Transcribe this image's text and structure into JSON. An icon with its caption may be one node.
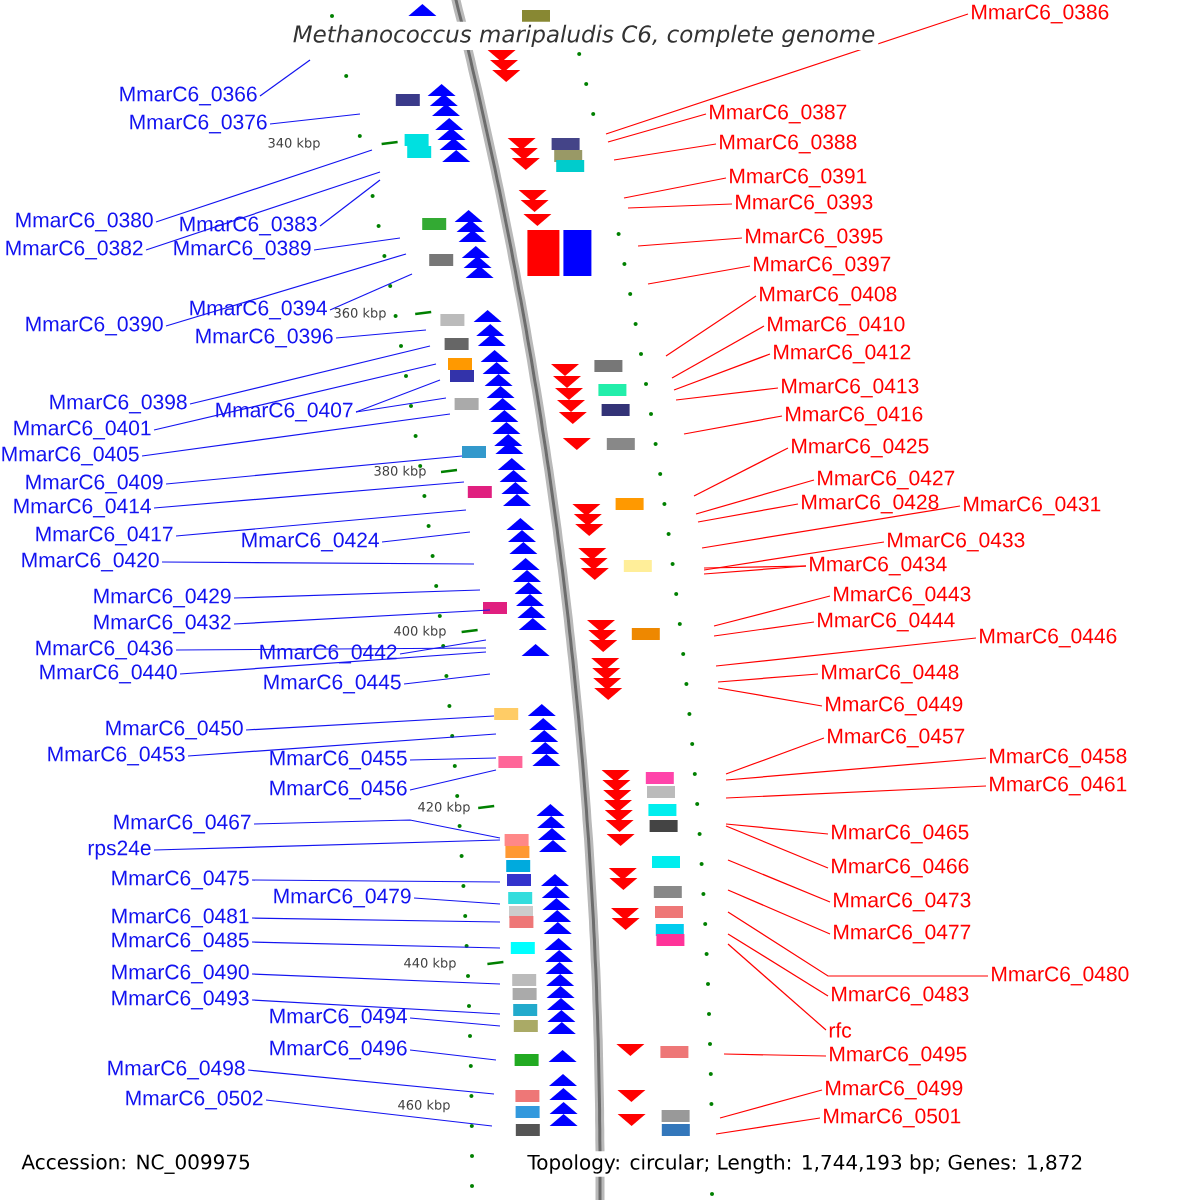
{
  "diagram": {
    "title": "*Methanococcus maripaludis C6, complete genome*",
    "nodes": [
      {
        "text": [
          "MmarC6_0366"
        ]
      },
      {
        "text": [
          "MmarC6_0376"
        ]
      },
      {
        "text": [
          "MmarC6_0380"
        ]
      },
      {
        "text": [
          "MmarC6_0383"
        ]
      },
      {
        "text": [
          "MmarC6_0382"
        ]
      },
      {
        "text": [
          "MmarC6_0389"
        ]
      },
      {
        "text": [
          "MmarC6_0394"
        ]
      },
      {
        "text": [
          "MmarC6_0390"
        ]
      },
      {
        "text": [
          "MmarC6_0396"
        ]
      },
      {
        "text": [
          "MmarC6_0398"
        ]
      },
      {
        "text": [
          "MmarC6_0407"
        ]
      },
      {
        "text": [
          "MmarC6_0401"
        ]
      },
      {
        "text": [
          "MmarC6_0405"
        ]
      },
      {
        "text": [
          "MmarC6_0409"
        ]
      },
      {
        "text": [
          "MmarC6_0414"
        ]
      },
      {
        "text": [
          "MmarC6_0417"
        ]
      },
      {
        "text": [
          "MmarC6_0424"
        ]
      },
      {
        "text": [
          "MmarC6_0420"
        ]
      },
      {
        "text": [
          "MmarC6_0429"
        ]
      },
      {
        "text": [
          "MmarC6_0432"
        ]
      },
      {
        "text": [
          "MmarC6_0436"
        ]
      },
      {
        "text": [
          "MmarC6_0442"
        ]
      },
      {
        "text": [
          "MmarC6_0440"
        ]
      },
      {
        "text": [
          "MmarC6_0445"
        ]
      },
      {
        "text": [
          "MmarC6_0450"
        ]
      },
      {
        "text": [
          "MmarC6_0453"
        ]
      },
      {
        "text": [
          "MmarC6_0455"
        ]
      },
      {
        "text": [
          "MmarC6_0456"
        ]
      },
      {
        "text": [
          "MmarC6_0467"
        ]
      },
      {
        "text": [
          "rps24e"
        ]
      },
      {
        "text": [
          "MmarC6_0475"
        ]
      },
      {
        "text": [
          "MmarC6_0479"
        ]
      },
      {
        "text": [
          "MmarC6_0481"
        ]
      },
      {
        "text": [
          "MmarC6_0485"
        ]
      },
      {
        "text": [
          "MmarC6_0490"
        ]
      },
      {
        "text": [
          "MmarC6_0493"
        ]
      },
      {
        "text": [
          "MmarC6_0494"
        ]
      },
      {
        "text": [
          "MmarC6_0496"
        ]
      },
      {
        "text": [
          "MmarC6_0498"
        ]
      },
      {
        "text": [
          "MmarC6_0502"
        ]
      },
      {
        "text": [
          "MmarC6_0386"
        ]
      },
      {
        "text": [
          "MmarC6_0387"
        ]
      },
      {
        "text": [
          "MmarC6_0388"
        ]
      },
      {
        "text": [
          "MmarC6_0391"
        ]
      },
      {
        "text": [
          "MmarC6_0393"
        ]
      },
      {
        "text": [
          "MmarC6_0395"
        ]
      },
      {
        "text": [
          "MmarC6_0397"
        ]
      },
      {
        "text": [
          "MmarC6_0408"
        ]
      },
      {
        "text": [
          "MmarC6_0410"
        ]
      },
      {
        "text": [
          "MmarC6_0412"
        ]
      },
      {
        "text": [
          "MmarC6_0413"
        ]
      },
      {
        "text": [
          "MmarC6_0416"
        ]
      },
      {
        "text": [
          "MmarC6_0425"
        ]
      },
      {
        "text": [
          "MmarC6_0427"
        ]
      },
      {
        "text": [
          "MmarC6_0428"
        ]
      },
      {
        "text": [
          "MmarC6_0431"
        ]
      },
      {
        "text": [
          "MmarC6_0433"
        ]
      },
      {
        "text": [
          "MmarC6_0434"
        ]
      },
      {
        "text": [
          "MmarC6_0443"
        ]
      },
      {
        "text": [
          "MmarC6_0444"
        ]
      },
      {
        "text": [
          "MmarC6_0446"
        ]
      },
      {
        "text": [
          "MmarC6_0448"
        ]
      },
      {
        "text": [
          "MmarC6_0449"
        ]
      },
      {
        "text": [
          "MmarC6_0457"
        ]
      },
      {
        "text": [
          "MmarC6_0458"
        ]
      },
      {
        "text": [
          "MmarC6_0461"
        ]
      },
      {
        "text": [
          "MmarC6_0465"
        ]
      },
      {
        "text": [
          "MmarC6_0466"
        ]
      },
      {
        "text": [
          "MmarC6_0473"
        ]
      },
      {
        "text": [
          "MmarC6_0477"
        ]
      },
      {
        "text": [
          "MmarC6_0480"
        ]
      },
      {
        "text": [
          "MmarC6_0483"
        ]
      },
      {
        "text": [
          "rfc"
        ]
      },
      {
        "text": [
          "MmarC6_0495"
        ]
      },
      {
        "text": [
          "MmarC6_0499"
        ]
      },
      {
        "text": [
          "MmarC6_0501"
        ]
      }
    ],
    "edges": [
      {
        "from": 0,
        "to": null,
        "arrow": "none"
      },
      {
        "from": 1,
        "to": null,
        "arrow": "none"
      },
      {
        "from": 2,
        "to": null,
        "arrow": "none"
      },
      {
        "from": 3,
        "to": null,
        "arrow": "none"
      },
      {
        "from": 4,
        "to": null,
        "arrow": "none"
      },
      {
        "from": 5,
        "to": null,
        "arrow": "none"
      },
      {
        "from": 6,
        "to": null,
        "arrow": "none"
      },
      {
        "from": 7,
        "to": null,
        "arrow": "none"
      },
      {
        "from": 8,
        "to": null,
        "arrow": "none"
      },
      {
        "from": 9,
        "to": null,
        "arrow": "none"
      },
      {
        "from": 10,
        "to": null,
        "arrow": "none"
      },
      {
        "from": 10,
        "to": null,
        "arrow": "none"
      },
      {
        "from": 11,
        "to": null,
        "arrow": "none"
      },
      {
        "from": 12,
        "to": null,
        "arrow": "none"
      },
      {
        "from": 13,
        "to": null,
        "arrow": "none"
      },
      {
        "from": 14,
        "to": null,
        "arrow": "none"
      },
      {
        "from": 15,
        "to": null,
        "arrow": "none"
      },
      {
        "from": 16,
        "to": null,
        "arrow": "none"
      },
      {
        "from": 17,
        "to": null,
        "arrow": "none"
      },
      {
        "from": 18,
        "to": null,
        "arrow": "none"
      },
      {
        "from": 19,
        "to": null,
        "arrow": "none"
      },
      {
        "from": 20,
        "to": null,
        "arrow": "none"
      },
      {
        "from": 21,
        "to": null,
        "arrow": "none"
      },
      {
        "from": 22,
        "to": null,
        "arrow": "none"
      },
      {
        "from": 23,
        "to": null,
        "arrow": "none"
      },
      {
        "from": 24,
        "to": null,
        "arrow": "none"
      },
      {
        "from": 25,
        "to": null,
        "arrow": "none"
      },
      {
        "from": 26,
        "to": null,
        "arrow": "none"
      },
      {
        "from": 27,
        "to": null,
        "arrow": "none"
      },
      {
        "from": 28,
        "to": null,
        "arrow": "none"
      },
      {
        "from": 29,
        "to": null,
        "arrow": "none"
      },
      {
        "from": 30,
        "to": null,
        "arrow": "none"
      },
      {
        "from": 31,
        "to": null,
        "arrow": "none"
      },
      {
        "from": 32,
        "to": null,
        "arrow": "none"
      },
      {
        "from": 33,
        "to": null,
        "arrow": "none"
      },
      {
        "from": 34,
        "to": null,
        "arrow": "none"
      },
      {
        "from": 35,
        "to": null,
        "arrow": "none"
      },
      {
        "from": 36,
        "to": null,
        "arrow": "none"
      },
      {
        "from": 37,
        "to": null,
        "arrow": "none"
      },
      {
        "from": 38,
        "to": null,
        "arrow": "none"
      },
      {
        "from": 39,
        "to": null,
        "arrow": "none"
      },
      {
        "from": 40,
        "to": null,
        "arrow": "none",
        "color": "#ff0000"
      },
      {
        "from": 41,
        "to": null,
        "arrow": "none",
        "color": "#ff0000"
      },
      {
        "from": 42,
        "to": null,
        "arrow": "none",
        "color": "#ff0000"
      },
      {
        "from": 43,
        "to": null,
        "arrow": "none",
        "color": "#ff0000"
      },
      {
        "from": 44,
        "to": null,
        "arrow": "none",
        "color": "#ff0000"
      },
      {
        "from": 45,
        "to": null,
        "arrow": "none",
        "color": "#ff0000"
      },
      {
        "from": 46,
        "to": null,
        "arrow": "none",
        "color": "#ff0000"
      },
      {
        "from": 47,
        "to": null,
        "arrow": "none",
        "color": "#ff0000"
      },
      {
        "from": 48,
        "to": null,
        "arrow": "none",
        "color": "#ff0000"
      },
      {
        "from": 49,
        "to": null,
        "arrow": "none",
        "color": "#ff0000"
      },
      {
        "from": 50,
        "to": null,
        "arrow": "none",
        "color": "#ff0000"
      },
      {
        "from": 51,
        "to": null,
        "arrow": "none",
        "color": "#ff0000"
      },
      {
        "from": 52,
        "to": null,
        "arrow": "none",
        "color": "#ff0000"
      },
      {
        "from": 53,
        "to": null,
        "arrow": "none",
        "color": "#ff0000"
      },
      {
        "from": 54,
        "to": null,
        "arrow": "none",
        "color": "#ff0000"
      },
      {
        "from": 55,
        "to": null,
        "arrow": "none",
        "color": "#ff0000"
      },
      {
        "from": 56,
        "to": null,
        "arrow": "none",
        "color": "#ff0000"
      },
      {
        "from": 57,
        "to": null,
        "arrow": "none",
        "color": "#ff0000"
      },
      {
        "from": 57,
        "to": null,
        "arrow": "none",
        "color": "#ff0000"
      },
      {
        "from": 58,
        "to": null,
        "arrow": "none",
        "color": "#ff0000"
      },
      {
        "from": 59,
        "to": null,
        "arrow": "none",
        "color": "#ff0000"
      },
      {
        "from": 60,
        "to": null,
        "arrow": "none",
        "color": "#ff0000"
      },
      {
        "from": 61,
        "to": null,
        "arrow": "none",
        "color": "#ff0000"
      },
      {
        "from": 62,
        "to": null,
        "arrow": "none",
        "color": "#ff0000"
      },
      {
        "from": 63,
        "to": null,
        "arrow": "none",
        "color": "#ff0000"
      },
      {
        "from": 64,
        "to": null,
        "arrow": "none",
        "color": "#ff0000"
      },
      {
        "from": 65,
        "to": null,
        "arrow": "none",
        "color": "#ff0000"
      },
      {
        "from": 66,
        "to": null,
        "arrow": "none",
        "color": "#ff0000"
      },
      {
        "from": 67,
        "to": null,
        "arrow": "none",
        "color": "#ff0000"
      },
      {
        "from": 68,
        "to": null,
        "arrow": "none",
        "color": "#ff0000"
      },
      {
        "from": 69,
        "to": null,
        "arrow": "none",
        "color": "#ff0000"
      },
      {
        "from": 70,
        "to": null,
        "arrow": "none",
        "color": "#ff0000"
      },
      {
        "from": 71,
        "to": null,
        "arrow": "none",
        "color": "#ff0000"
      },
      {
        "from": 72,
        "to": null,
        "arrow": "none",
        "color": "#ff0000"
      },
      {
        "from": 73,
        "to": null,
        "arrow": "none",
        "color": "#ff0000"
      },
      {
        "from": 74,
        "to": null,
        "arrow": "none",
        "color": "#ff0000"
      },
      {
        "from": 75,
        "to": null,
        "arrow": "none",
        "color": "#ff0000"
      }
    ],
    "labels": [
      "340 kbp",
      "360 kbp",
      "380 kbp",
      "400 kbp",
      "420 kbp",
      "440 kbp",
      "460 kbp",
      "Accession: NC_009975",
      "Topology: circular; Length: 1,744,193 bp; Genes: 1,872"
    ]
  }
}
